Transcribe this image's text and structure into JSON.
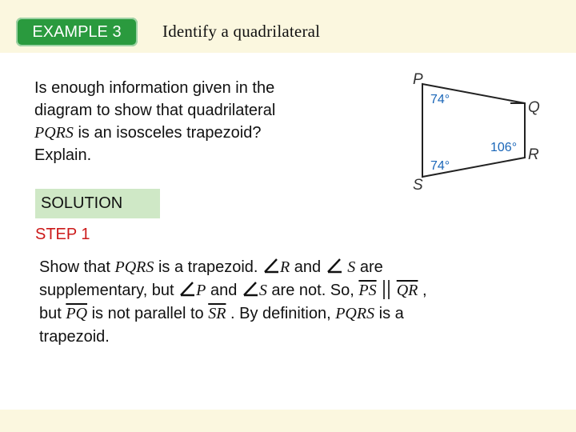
{
  "header": {
    "badge": "EXAMPLE 3",
    "title": "Identify a quadrilateral"
  },
  "question": {
    "line1": "Is enough information given in the",
    "line2": "diagram to show that quadrilateral",
    "line3_var": "PQRS",
    "line3_rest": " is an isosceles trapezoid?",
    "line4": "Explain."
  },
  "diagram": {
    "vertex_p": "P",
    "vertex_q": "Q",
    "vertex_r": "R",
    "vertex_s": "S",
    "angle_p": "74°",
    "angle_s": "74°",
    "angle_r": "106°",
    "angle_color": "#1a66b8"
  },
  "solution": {
    "label": "SOLUTION",
    "step": "STEP 1",
    "l1_a": "Show that ",
    "l1_var": "PQRS",
    "l1_b": " is a trapezoid. ",
    "l1_r": "R",
    "l1_and": " and ",
    "l1_s": "S",
    "l1_c": " are",
    "l2_a": "supplementary, but ",
    "l2_p": "P",
    "l2_and": " and ",
    "l2_s": "S",
    "l2_b": " are not. So, ",
    "l2_ps": "PS",
    "l2_qr": "QR",
    "l2_c": " ,",
    "l3_a": "but ",
    "l3_pq": "PQ",
    "l3_b": " is not parallel to ",
    "l3_sr": "SR",
    "l3_c": " . By definition, ",
    "l3_var": "PQRS",
    "l3_d": " is a",
    "l4": "trapezoid."
  }
}
